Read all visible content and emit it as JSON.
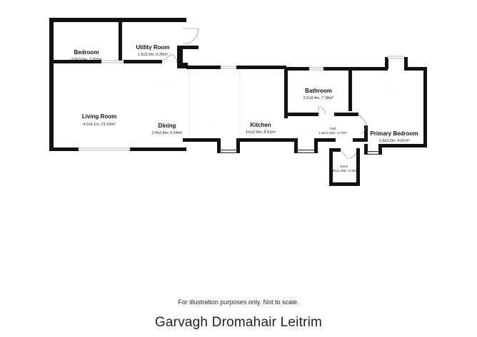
{
  "rooms": {
    "bedroom": {
      "name": "Bedroom",
      "dims": "2.0x3.6m, 7.07m²"
    },
    "utility": {
      "name": "Utility Room",
      "dims": "1.9x3.3m, 6.26m²"
    },
    "living": {
      "name": "Living Room",
      "dims": "4.2x5.1m, 21.53m²"
    },
    "dining": {
      "name": "Dining",
      "dims": "2.4x2.4m, 5.54m²"
    },
    "kitchen": {
      "name": "Kitchen",
      "dims": "3.6x2.5m, 8.61m²"
    },
    "bathroom": {
      "name": "Bathroom",
      "dims": "2.2x3.4m, 7.38m²"
    },
    "hall": {
      "name": "Hall",
      "dims": "1.65x1.49m, 2.74m²"
    },
    "primary": {
      "name": "Primary Bedroom",
      "dims": "1.9x3.2m, 4.87m²"
    },
    "entry": {
      "name": "Entry",
      "dims": "1.51x1.49m, 2.16m²"
    }
  },
  "disclaimer": "For illustration purposes only. Not to scale.",
  "address": "Garvagh Dromahair Leitrim"
}
